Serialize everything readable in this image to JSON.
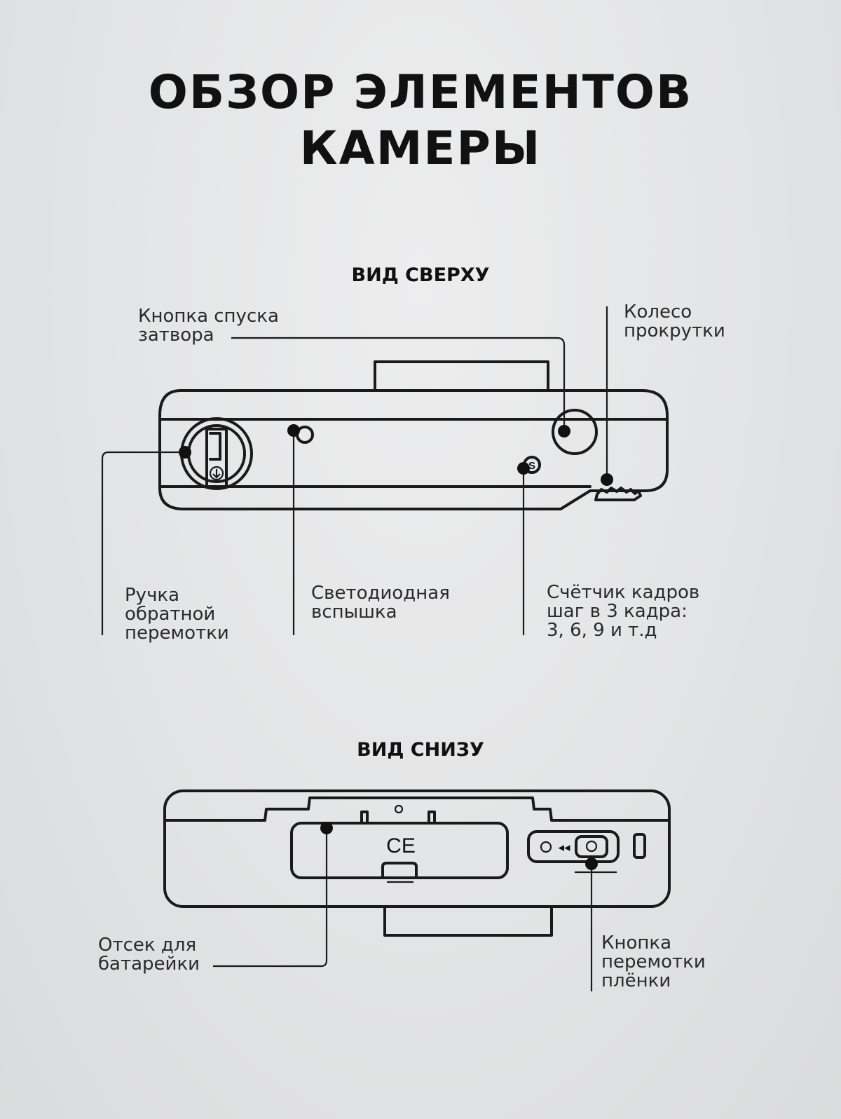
{
  "title": {
    "line1": "ОБЗОР ЭЛЕМЕНТОВ",
    "line2": "КАМЕРЫ"
  },
  "top_view": {
    "heading": "ВИД СВЕРХУ",
    "labels": {
      "shutter_button": [
        "Кнопка спуска",
        "затвора"
      ],
      "scroll_wheel": [
        "Колесо",
        "прокрутки"
      ],
      "rewind_crank": [
        "Ручка",
        "обратной",
        "перемотки"
      ],
      "led_flash": [
        "Светодиодная",
        "вспышка"
      ],
      "frame_counter": [
        "Счётчик кадров",
        "шаг в 3 кадра:",
        "3, 6, 9 и т.д"
      ]
    },
    "counter_mark": "S"
  },
  "bottom_view": {
    "heading": "ВИД СНИЗУ",
    "labels": {
      "battery_compartment": [
        "Отсек для",
        "батарейки"
      ],
      "film_rewind_button": [
        "Кнопка",
        "перемотки",
        "плёнки"
      ]
    },
    "ce_mark": "CE",
    "rewind_symbol": "◂◂"
  }
}
